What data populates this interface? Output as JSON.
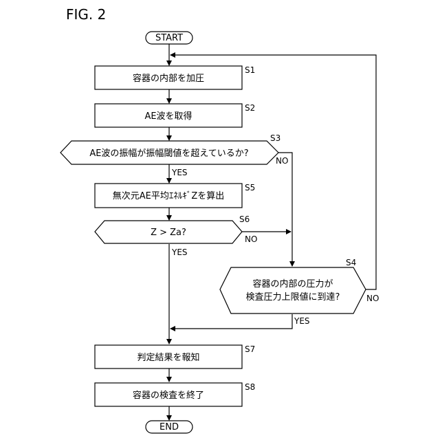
{
  "figure_label": "FIG. 2",
  "start": "START",
  "end": "END",
  "steps": {
    "s1": {
      "id": "S1",
      "text": "容器の内部を加圧"
    },
    "s2": {
      "id": "S2",
      "text": "AE波を取得"
    },
    "s3": {
      "id": "S3",
      "text": "AE波の振幅が振幅閾値を超えているか?"
    },
    "s5": {
      "id": "S5",
      "text": "無次元AE平均ｴﾈﾙｷﾞZを算出"
    },
    "s6": {
      "id": "S6",
      "text": "Z > Za?"
    },
    "s4": {
      "id": "S4",
      "line1": "容器の内部の圧力が",
      "line2": "検査圧力上限値に到達?"
    },
    "s7": {
      "id": "S7",
      "text": "判定結果を報知"
    },
    "s8": {
      "id": "S8",
      "text": "容器の検査を終了"
    }
  },
  "branch_labels": {
    "yes": "YES",
    "no": "NO"
  }
}
